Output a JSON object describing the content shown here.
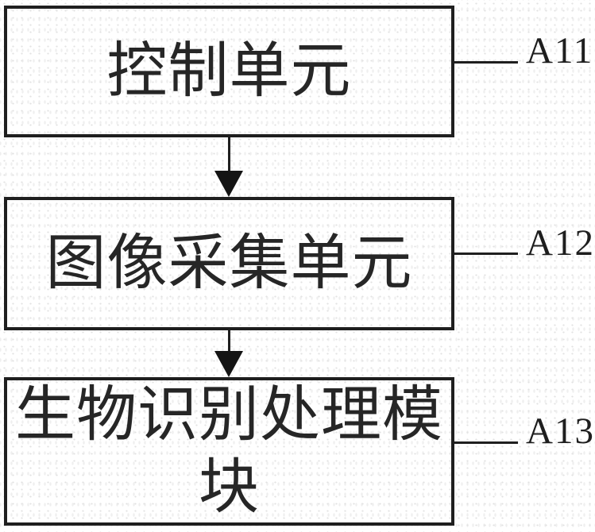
{
  "figure": {
    "type": "block-diagram",
    "background_color": "#ffffff",
    "line_color": "#1f1f1f",
    "text_color": "#262626",
    "nodes": [
      {
        "id": "control-unit",
        "label": "控制单元",
        "ref_label": "A11"
      },
      {
        "id": "image-acquisition-unit",
        "label": "图像采集单元",
        "ref_label": "A12"
      },
      {
        "id": "biometric-recognition-processing-module",
        "label": "生物识别处理模块",
        "ref_label": "A13"
      }
    ],
    "edges": [
      {
        "from": "control-unit",
        "to": "image-acquisition-unit",
        "style": "solid-arrow-down"
      },
      {
        "from": "image-acquisition-unit",
        "to": "biometric-recognition-processing-module",
        "style": "solid-arrow-down"
      }
    ]
  }
}
